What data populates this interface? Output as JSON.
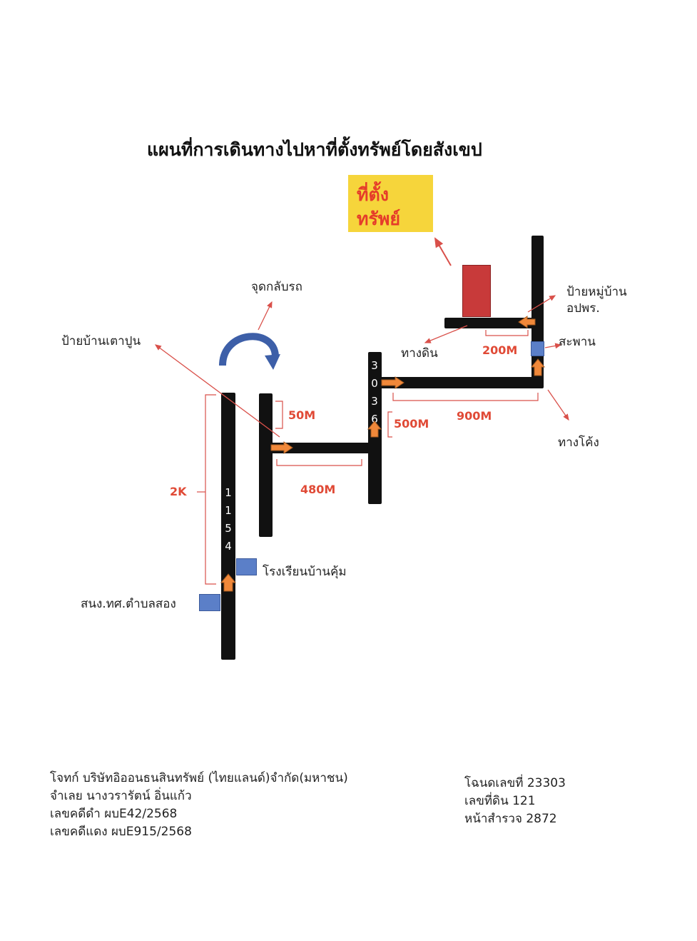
{
  "title": "แผนที่การเดินทางไปหาที่ตั้งทรัพย์โดยสังเขป",
  "badge": {
    "line1": "ที่ตั้ง",
    "line2": "ทรัพย์",
    "bg": "#f6d53b",
    "text_color": "#e53c2a"
  },
  "roads": {
    "road_a_digits": [
      "1",
      "1",
      "5",
      "4"
    ],
    "road_b_digits": [
      "3",
      "0",
      "3",
      "6"
    ]
  },
  "labels": {
    "uturn": "จุดกลับรถ",
    "village_sign_left": "ป้ายบ้านเตาปูน",
    "dirt_road": "ทางดิน",
    "village_sign_right_1": "ป้ายหมู่บ้าน",
    "village_sign_right_2": "อปพร.",
    "bridge": "สะพาน",
    "curve": "ทางโค้ง",
    "school": "โรงเรียนบ้านคุ้ม",
    "office": "สนง.ทศ.ตำบลสอง"
  },
  "distances": {
    "d2k": "2K",
    "d50": "50M",
    "d480": "480M",
    "d500": "500M",
    "d900": "900M",
    "d200": "200M"
  },
  "footer": {
    "plaintiff": "โจทก์ บริษัทอิออนธนสินทรัพย์ (ไทยแลนด์)จำกัด(มหาชน)",
    "defendant": "จำเลย นางวรารัตน์ อิ่นแก้ว",
    "black_case": "เลขคดีดำ ผบE42/2568",
    "red_case": "เลขคดีแดง ผบE915/2568",
    "deed": "โฉนดเลขที่ 23303",
    "land_no": "เลขที่ดิน 121",
    "survey_page": "หน้าสำรวจ  2872"
  },
  "colors": {
    "road": "#111111",
    "arrow": "#f0883a",
    "marker": "#5b7fc8",
    "property": "#c83a3a",
    "pointer": "#d9504a",
    "distance": "#e04a36"
  }
}
